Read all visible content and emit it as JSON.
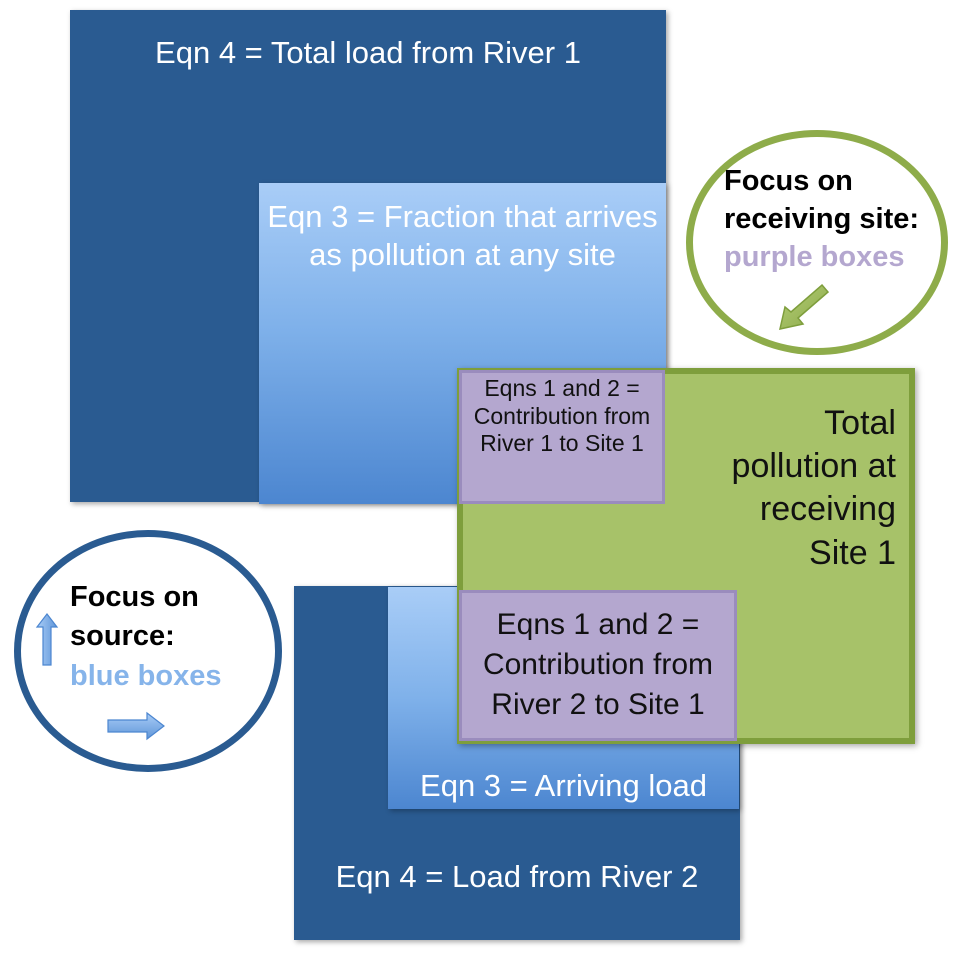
{
  "river1": {
    "load_label": "Eqn 4 = Total load from River 1",
    "fraction_label": "Eqn 3 = Fraction that arrives as pollution at any site",
    "contribution_label": "Eqns 1 and 2 = Contribution from River 1 to Site 1"
  },
  "site1": {
    "label": "Total pollution at receiving Site 1"
  },
  "river2": {
    "contribution_label": "Eqns 1 and 2 = Contribution from River 2 to Site 1",
    "arriving_label": "Eqn 3 = Arriving load",
    "load_label": "Eqn 4 = Load from River 2"
  },
  "focus_receiving": {
    "line1": "Focus on",
    "line2": "receiving site:",
    "line3": "purple boxes",
    "arrow_icon": "arrow-down-left-icon"
  },
  "focus_source": {
    "line1": "Focus on",
    "line2": "source:",
    "line3": "blue boxes",
    "arrow_up_icon": "arrow-up-icon",
    "arrow_right_icon": "arrow-right-icon"
  },
  "colors": {
    "dark_blue": "#2a5b91",
    "light_blue": "#86b4ea",
    "green": "#a7c269",
    "green_border": "#7e9e3c",
    "purple": "#b4a7cf"
  }
}
